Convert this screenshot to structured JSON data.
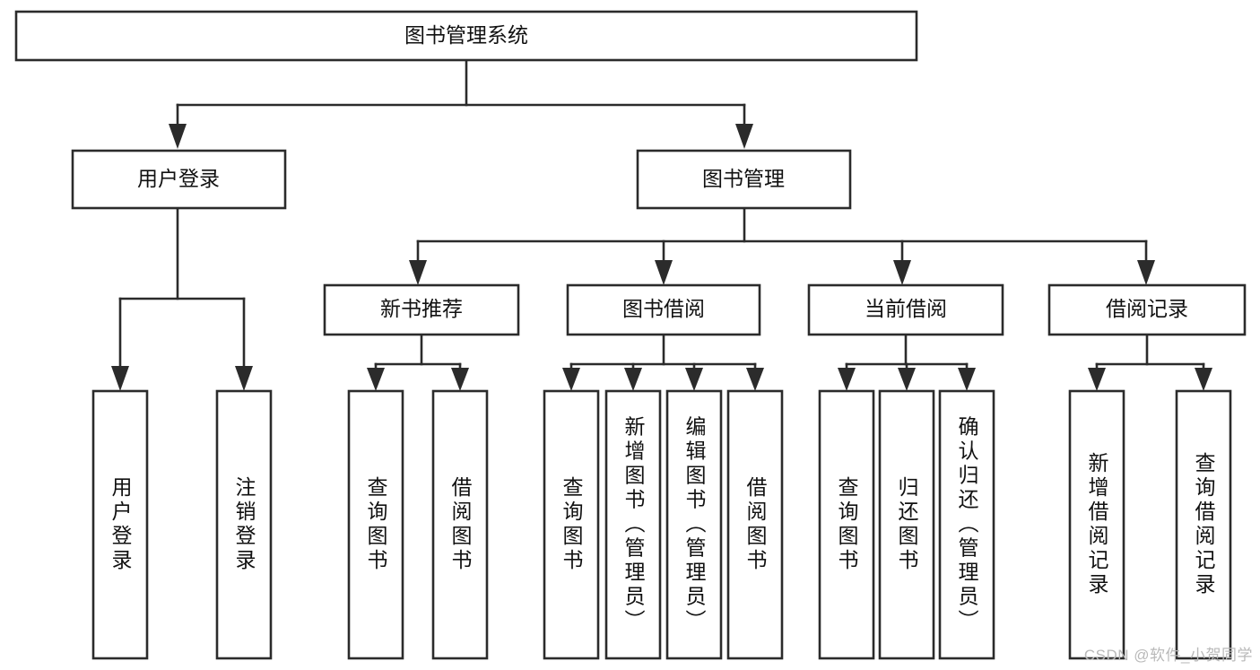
{
  "diagram": {
    "title": "图书管理系统",
    "watermark": "CSDN @软件_小贺同学",
    "colors": {
      "stroke": "#2b2b2b",
      "fill": "#ffffff",
      "text": "#111111",
      "watermark": "#b9b9b9",
      "background": "#ffffff"
    }
  },
  "chart_data": {
    "type": "diagram",
    "subtype": "tree",
    "title": "图书管理系统",
    "orientation": "top-down",
    "levels": 4,
    "nodes": {
      "root": {
        "label": "图书管理系统"
      },
      "level2": [
        {
          "label": "用户登录"
        },
        {
          "label": "图书管理"
        }
      ],
      "level3": [
        {
          "label": "新书推荐",
          "parent": "图书管理"
        },
        {
          "label": "图书借阅",
          "parent": "图书管理"
        },
        {
          "label": "当前借阅",
          "parent": "图书管理"
        },
        {
          "label": "借阅记录",
          "parent": "图书管理"
        }
      ],
      "leaves": [
        {
          "label": "用户登录",
          "parent": "用户登录"
        },
        {
          "label": "注销登录",
          "parent": "用户登录"
        },
        {
          "label": "查询图书",
          "parent": "新书推荐"
        },
        {
          "label": "借阅图书",
          "parent": "新书推荐"
        },
        {
          "label": "查询图书",
          "parent": "图书借阅"
        },
        {
          "label": "新增图书（管理员）",
          "parent": "图书借阅"
        },
        {
          "label": "编辑图书（管理员）",
          "parent": "图书借阅"
        },
        {
          "label": "借阅图书",
          "parent": "图书借阅"
        },
        {
          "label": "查询图书",
          "parent": "当前借阅"
        },
        {
          "label": "归还图书",
          "parent": "当前借阅"
        },
        {
          "label": "确认归还（管理员）",
          "parent": "当前借阅"
        },
        {
          "label": "新增借阅记录",
          "parent": "借阅记录"
        },
        {
          "label": "查询借阅记录",
          "parent": "借阅记录"
        }
      ]
    }
  }
}
